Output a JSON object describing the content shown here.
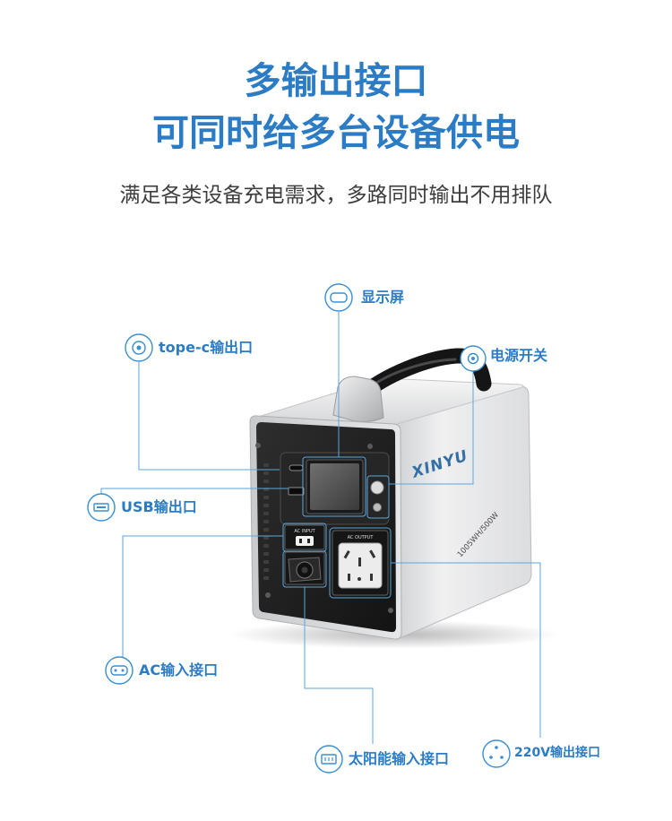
{
  "headline": {
    "line1": "多输出接口",
    "line2": "可同时给多台设备供电",
    "subtitle": "满足各类设备充电需求，多路同时输出不用排队"
  },
  "callouts": {
    "display": {
      "label": "显示屏",
      "icon": "display-icon"
    },
    "typec": {
      "label": "tope-c输出口",
      "icon": "typec-port-icon"
    },
    "power": {
      "label": "电源开关",
      "icon": "power-switch-icon"
    },
    "usb": {
      "label": "USB输出口",
      "icon": "usb-port-icon"
    },
    "ac_input": {
      "label": "AC输入接口",
      "icon": "ac-input-icon"
    },
    "solar": {
      "label": "太阳能输入接口",
      "icon": "solar-input-icon"
    },
    "ac_output": {
      "label": "220V输出接口",
      "icon": "outlet-icon"
    }
  },
  "device": {
    "brand_logo": "XINYU",
    "capacity_label": "1005WH/500W",
    "ac_input_label": "AC INPUT",
    "ac_output_label": "AC OUTPUT"
  },
  "colors": {
    "title_blue": "#2b7cc4",
    "label_blue": "#2b7cc4",
    "line_blue": "#5aa6de",
    "text_gray": "#3d3d3d",
    "panel_black": "#1c1c1c",
    "body_silver": "#e3e4e5"
  }
}
